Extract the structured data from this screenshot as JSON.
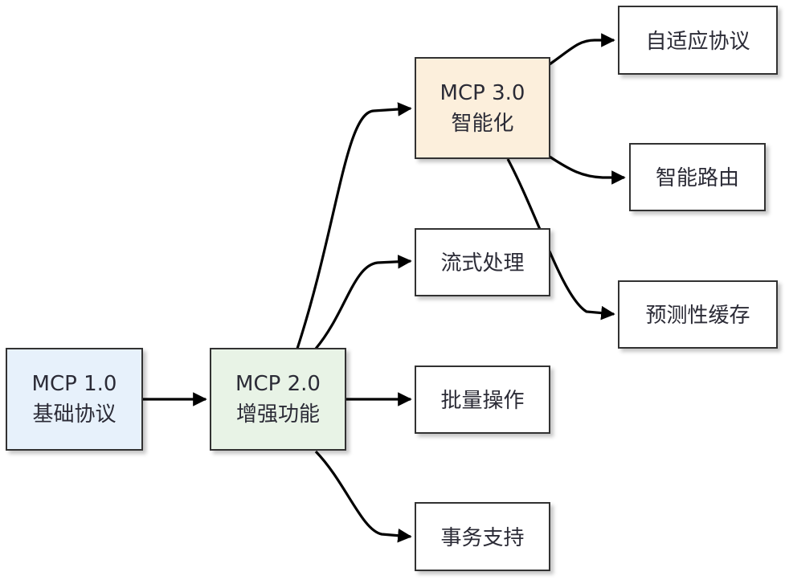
{
  "nodes": {
    "mcp1": {
      "lines": [
        "MCP 1.0",
        "基础协议"
      ],
      "fill": "#e7f1fb"
    },
    "mcp2": {
      "lines": [
        "MCP 2.0",
        "增强功能"
      ],
      "fill": "#e8f3e6"
    },
    "mcp3": {
      "lines": [
        "MCP 3.0",
        "智能化"
      ],
      "fill": "#fcefdc"
    },
    "stream": {
      "lines": [
        "流式处理"
      ],
      "fill": "#ffffff"
    },
    "batch": {
      "lines": [
        "批量操作"
      ],
      "fill": "#ffffff"
    },
    "txn": {
      "lines": [
        "事务支持"
      ],
      "fill": "#ffffff"
    },
    "adaptive": {
      "lines": [
        "自适应协议"
      ],
      "fill": "#ffffff"
    },
    "routing": {
      "lines": [
        "智能路由"
      ],
      "fill": "#ffffff"
    },
    "cache": {
      "lines": [
        "预测性缓存"
      ],
      "fill": "#ffffff"
    }
  },
  "edges": [
    {
      "from": "mcp1",
      "to": "mcp2"
    },
    {
      "from": "mcp2",
      "to": "mcp3"
    },
    {
      "from": "mcp2",
      "to": "stream"
    },
    {
      "from": "mcp2",
      "to": "batch"
    },
    {
      "from": "mcp2",
      "to": "txn"
    },
    {
      "from": "mcp3",
      "to": "adaptive"
    },
    {
      "from": "mcp3",
      "to": "routing"
    },
    {
      "from": "mcp3",
      "to": "cache"
    }
  ],
  "colors": {
    "border": "#333333",
    "edge": "#000000",
    "text": "#2b2b36"
  }
}
